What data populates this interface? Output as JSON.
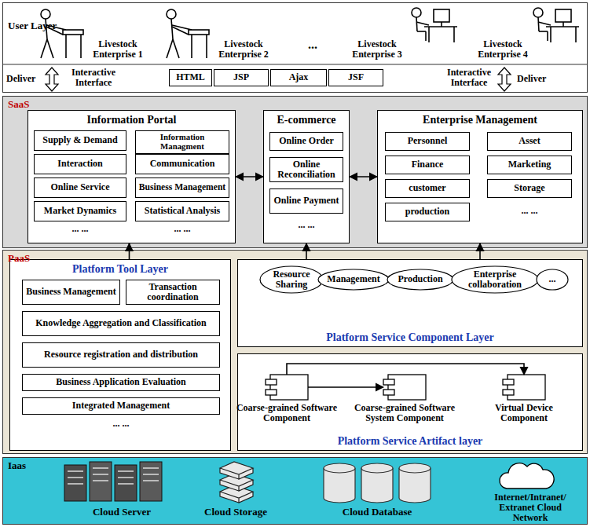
{
  "diagram": {
    "nodes": [
      {
        "text": [
          "User Layer"
        ]
      },
      {
        "text": [
          "HTML"
        ],
        "in": 0
      },
      {
        "text": [
          "JSP"
        ],
        "in": 0
      },
      {
        "text": [
          "Ajax"
        ],
        "in": 0
      },
      {
        "text": [
          "JSF"
        ],
        "in": 0
      },
      {
        "text": [
          "SaaS"
        ]
      },
      {
        "text": [
          "Information Portal"
        ],
        "in": 5
      },
      {
        "text": [
          "Supply & Demand"
        ],
        "in": 6
      },
      {
        "text": [
          "Information Managment"
        ],
        "in": 6
      },
      {
        "text": [
          "Interaction"
        ],
        "in": 6
      },
      {
        "text": [
          "Communication"
        ],
        "in": 6
      },
      {
        "text": [
          "Online Service"
        ],
        "in": 6
      },
      {
        "text": [
          "Business Management"
        ],
        "in": 6
      },
      {
        "text": [
          "Market Dynamics"
        ],
        "in": 6
      },
      {
        "text": [
          "Statistical Analysis"
        ],
        "in": 6
      },
      {
        "text": [
          "E-commerce"
        ],
        "in": 5
      },
      {
        "text": [
          "Online Order"
        ],
        "in": 15
      },
      {
        "text": [
          "Online Reconciliation"
        ],
        "in": 15
      },
      {
        "text": [
          "Online Payment"
        ],
        "in": 15
      },
      {
        "text": [
          "Enterprise Management"
        ],
        "in": 5
      },
      {
        "text": [
          "Personnel"
        ],
        "in": 19
      },
      {
        "text": [
          "Asset"
        ],
        "in": 19
      },
      {
        "text": [
          "Finance"
        ],
        "in": 19
      },
      {
        "text": [
          "Marketing"
        ],
        "in": 19
      },
      {
        "text": [
          "customer"
        ],
        "in": 19
      },
      {
        "text": [
          "Storage"
        ],
        "in": 19
      },
      {
        "text": [
          "production"
        ],
        "in": 19
      },
      {
        "text": [
          "PaaS"
        ]
      },
      {
        "text": [
          "Platform Tool Layer"
        ],
        "in": 27
      },
      {
        "text": [
          "Business Management"
        ],
        "in": 28
      },
      {
        "text": [
          "Transaction coordination"
        ],
        "in": 28
      },
      {
        "text": [
          "Knowledge Aggregation and Classification"
        ],
        "in": 28
      },
      {
        "text": [
          "Resource registration and distribution"
        ],
        "in": 28
      },
      {
        "text": [
          "Business Application Evaluation"
        ],
        "in": 28
      },
      {
        "text": [
          "Integrated Management"
        ],
        "in": 28
      },
      {
        "text": [
          "Platform Service Component Layer"
        ],
        "in": 27
      },
      {
        "text": [
          "Resource Sharing"
        ],
        "in": 35
      },
      {
        "text": [
          "Management"
        ],
        "in": 35
      },
      {
        "text": [
          "Production"
        ],
        "in": 35
      },
      {
        "text": [
          "Enterprise collaboration"
        ],
        "in": 35
      },
      {
        "text": [
          "..."
        ],
        "in": 35
      },
      {
        "text": [
          "Platform Service Artifact layer"
        ],
        "in": 27
      },
      {
        "text": [
          "Coarse-grained Software Component"
        ],
        "in": 41
      },
      {
        "text": [
          "Coarse-grained Software System Component"
        ],
        "in": 41
      },
      {
        "text": [
          "Virtual Device Component"
        ],
        "in": 41
      },
      {
        "text": [
          "Iaas"
        ]
      }
    ],
    "edges": [
      {
        "from": 6,
        "to": 15,
        "arrow": "both"
      },
      {
        "from": 15,
        "to": 19,
        "arrow": "both"
      },
      {
        "from": 28,
        "to": 6,
        "arrow": "to"
      },
      {
        "from": 35,
        "to": 15,
        "arrow": "to"
      },
      {
        "from": 35,
        "to": 19,
        "arrow": "to"
      },
      {
        "from": 42,
        "to": 43,
        "arrow": "to"
      },
      {
        "from": 42,
        "to": 44,
        "arrow": "to"
      }
    ],
    "labels": [
      "Livestock Enterprise 1",
      "Livestock Enterprise 2",
      "...",
      "Livestock Enterprise 3",
      "Livestock Enterprise 4",
      "Deliver",
      "Interactive Interface",
      "Interactive Interface",
      "Deliver",
      "... ...",
      "... ...",
      "... ...",
      "... ...",
      "... ...",
      "Cloud Server",
      "Cloud Storage",
      "Cloud Database",
      "Internet/Intranet/ Extranet Cloud Network"
    ]
  }
}
